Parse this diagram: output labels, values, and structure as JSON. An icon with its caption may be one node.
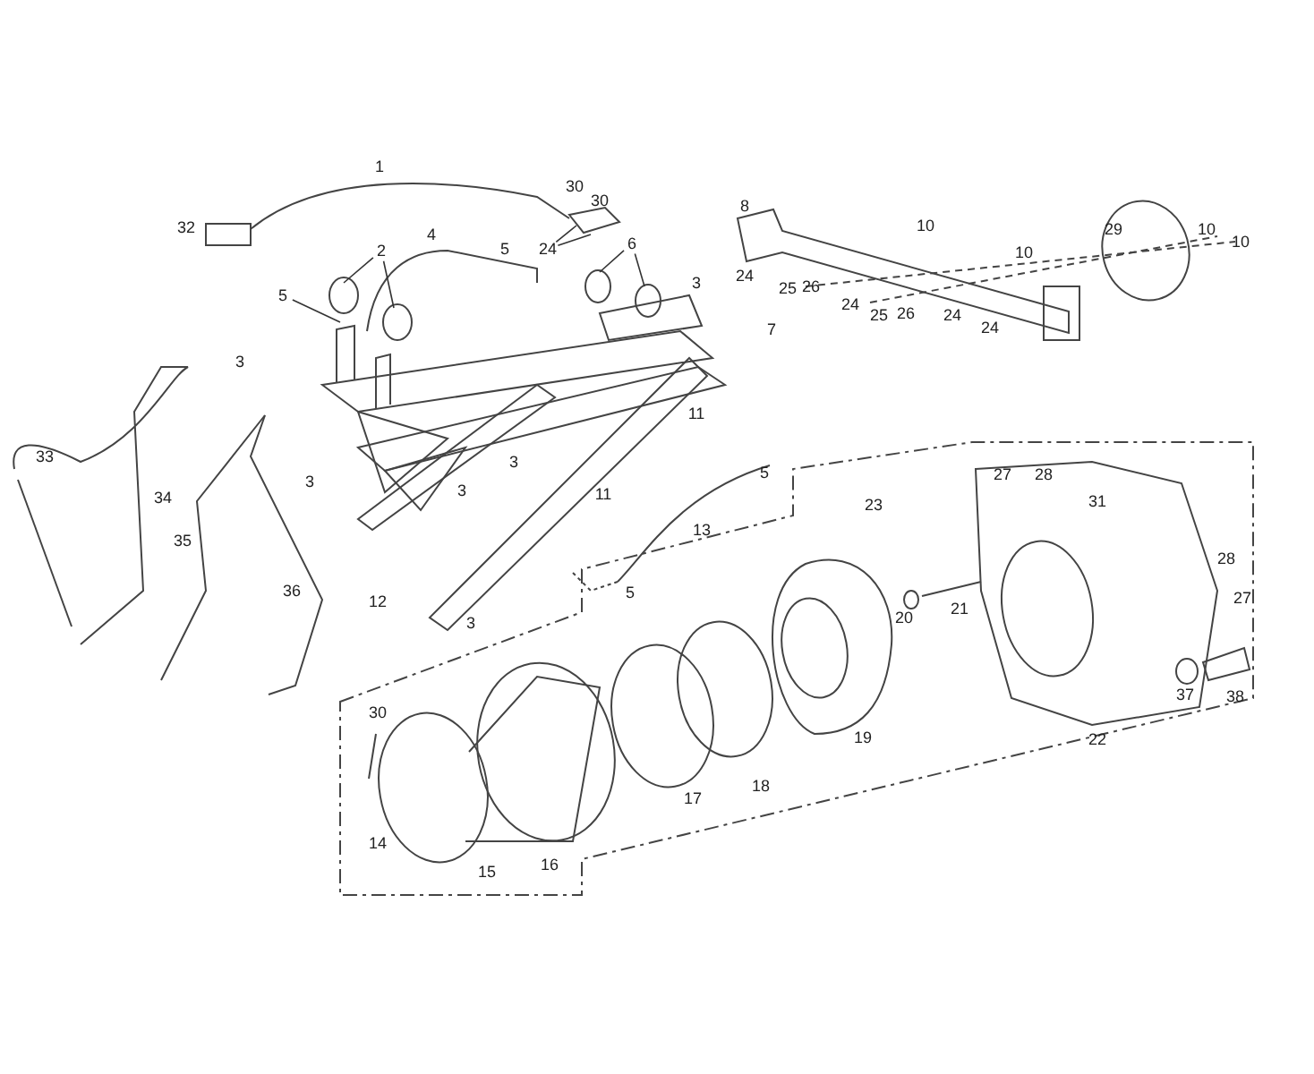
{
  "diagram": {
    "nodes": [
      {
        "text": [
          "2"
        ]
      },
      {
        "text": [
          "6"
        ]
      },
      {
        "text": [
          "24"
        ]
      },
      {
        "text": [
          "5"
        ]
      }
    ],
    "edges": [
      {
        "from": 0,
        "to": null,
        "arrow": "none"
      },
      {
        "from": 0,
        "to": null,
        "arrow": "none"
      },
      {
        "from": 1,
        "to": null,
        "arrow": "none"
      },
      {
        "from": 1,
        "to": null,
        "arrow": "none"
      },
      {
        "from": 2,
        "to": null,
        "arrow": "none"
      },
      {
        "from": 2,
        "to": null,
        "arrow": "none"
      },
      {
        "from": 3,
        "to": null,
        "arrow": "none"
      }
    ],
    "labels": [
      "1",
      "30",
      "30",
      "8",
      "32",
      "10",
      "29",
      "10",
      "4",
      "5",
      "10",
      "10",
      "24",
      "3",
      "26",
      "25",
      "24",
      "26",
      "25",
      "24",
      "7",
      "24",
      "3",
      "11",
      "33",
      "3",
      "5",
      "3",
      "27",
      "28",
      "3",
      "11",
      "34",
      "31",
      "23",
      "13",
      "35",
      "28",
      "36",
      "5",
      "27",
      "12",
      "21",
      "20",
      "3",
      "38",
      "37",
      "30",
      "22",
      "19",
      "18",
      "17",
      "14",
      "16",
      "15"
    ]
  }
}
